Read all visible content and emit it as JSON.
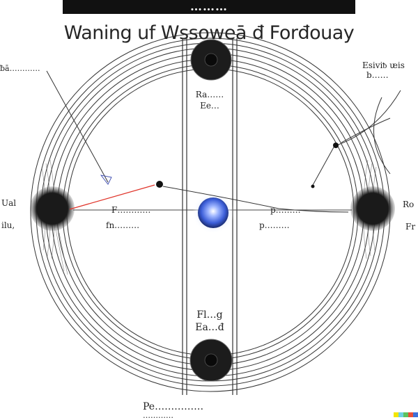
{
  "header": {
    "band_text": "………",
    "title": "Waning uf Wssoweā đ Forđouay"
  },
  "labels": {
    "top_left": "ƀā…………",
    "top_right_line1": "Esiviᵬ ᵫis",
    "top_right_line2": "b……",
    "inner_top_line1": "Ra……",
    "inner_top_line2": "Ee…",
    "left_edge_line1": "Ual",
    "left_edge_line2": "ilu,",
    "right_edge_line1": "Ro",
    "right_edge_line2": "Fr",
    "center_left_line1": "F…………",
    "center_left_line2": "fn………",
    "center_right_line1": "p………",
    "center_right_line2": "p………",
    "inner_bottom_line1": "Fl…g",
    "inner_bottom_line2": "Ea…đ",
    "bottom_line1": "Pe……………",
    "bottom_line2": "…………"
  },
  "colors": {
    "ink": "#222222",
    "accent_line": "#e0342a",
    "orb_core": "#3c5ed8",
    "orb_glow": "#dfe8ff",
    "dark_node": "#1a1a1a",
    "swatch_yellow": "#f3e600",
    "swatch_cyan": "#6ed0e0",
    "swatch_green": "#5ec35e",
    "swatch_red": "#e94f37",
    "swatch_blue": "#3e6fd8"
  }
}
